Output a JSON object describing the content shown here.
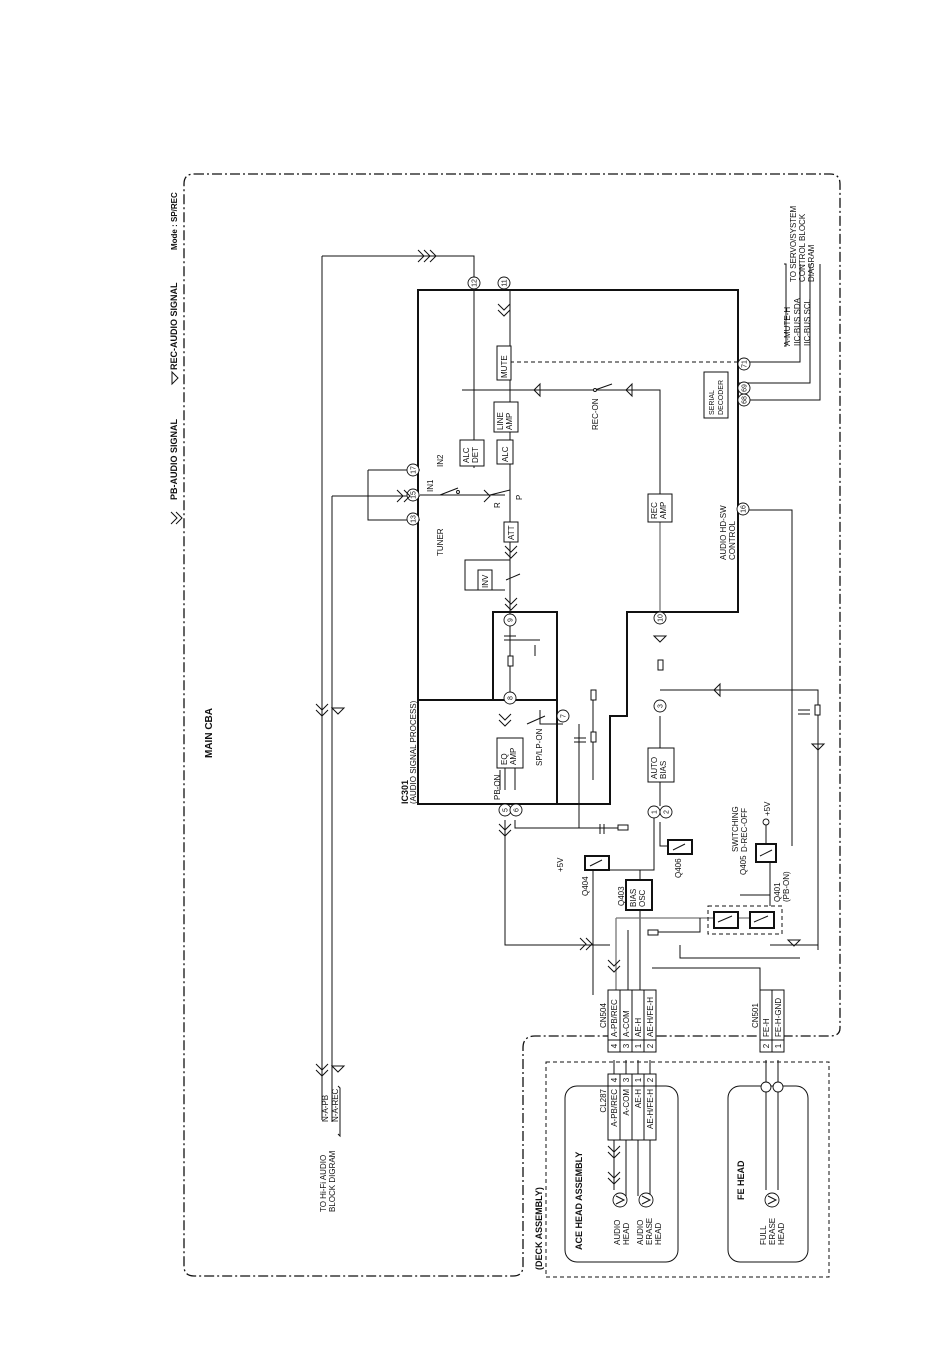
{
  "legend": {
    "pb_signal": "PB-AUDIO SIGNAL",
    "rec_signal": "REC-AUDIO SIGNAL",
    "mode": "Mode : SP/REC"
  },
  "board": "MAIN CBA",
  "ic": {
    "name": "IC301",
    "desc": "(AUDIO SIGNAL PROCESS)"
  },
  "blocks": {
    "mute": "MUTE",
    "line_amp": [
      "LINE",
      "AMP"
    ],
    "alc": "ALC",
    "alc_det": [
      "ALC",
      "DET"
    ],
    "att": "ATT",
    "inv": "INV",
    "rec_amp": [
      "REC",
      "AMP"
    ],
    "eq_amp": [
      "EQ",
      "AMP"
    ],
    "auto_bias": [
      "AUTO",
      "BIAS"
    ],
    "serial_decoder": [
      "SERIAL",
      "DECODER"
    ],
    "bias_osc": [
      "BIAS",
      "OSC"
    ]
  },
  "switch_labels": {
    "in1": "IN1",
    "in2": "IN2",
    "tuner": "TUNER",
    "r": "R",
    "p": "P",
    "rec_on": "REC-ON",
    "pb_on": "PB-ON",
    "sp_lp_on": "SP/LP-ON",
    "audio_hd_sw": [
      "AUDIO HD-SW",
      "CONTROL"
    ]
  },
  "pins": [
    "1",
    "2",
    "3",
    "5",
    "6",
    "7",
    "8",
    "9",
    "10",
    "11",
    "12",
    "13",
    "15",
    "16",
    "17",
    "68",
    "69",
    "71"
  ],
  "servo": {
    "title": [
      "TO SERVO/SYSTEM",
      "CONTROL BLOCK",
      "DIAGRAM"
    ],
    "signals": [
      "A-MUTE-H",
      "IIC-BUS SDA",
      "IIC-BUS SCL"
    ]
  },
  "hifi": {
    "title": [
      "TO Hi-Fi AUDIO",
      "BLOCK DIGRAM"
    ],
    "signals": [
      "N-A-PB",
      "N-A-REC"
    ]
  },
  "transistors": {
    "q401": [
      "Q401",
      "(PB-ON)"
    ],
    "q403": "Q403",
    "q404": "Q404",
    "q405": "Q405",
    "q406": "Q406",
    "switching": [
      "SWITCHING",
      "D-REC-OFF"
    ],
    "plus5v": "+5V"
  },
  "cn504": {
    "name": "CN504",
    "rows": [
      {
        "num": "4",
        "label": "A-PB/REC"
      },
      {
        "num": "3",
        "label": "A-COM"
      },
      {
        "num": "1",
        "label": "AE-H"
      },
      {
        "num": "2",
        "label": "AE-H/FE-H"
      }
    ]
  },
  "cn501": {
    "name": "CN501",
    "rows": [
      {
        "num": "2",
        "label": "FE-H"
      },
      {
        "num": "1",
        "label": "FE-H-GND"
      }
    ]
  },
  "cl287": {
    "name": "CL287",
    "rows": [
      {
        "num": "4",
        "label": "A-PB/REC"
      },
      {
        "num": "3",
        "label": "A-COM"
      },
      {
        "num": "1",
        "label": "AE-H"
      },
      {
        "num": "2",
        "label": "AE-H/FE-H"
      }
    ]
  },
  "deck": {
    "title": "(DECK ASSEMBLY)",
    "ace_title": "ACE HEAD ASSEMBLY",
    "audio_head": [
      "AUDIO",
      "HEAD"
    ],
    "erase_head": [
      "AUDIO",
      "ERASE",
      "HEAD"
    ],
    "fe_title": "FE HEAD",
    "full_erase": [
      "FULL",
      "ERASE",
      "HEAD"
    ]
  }
}
